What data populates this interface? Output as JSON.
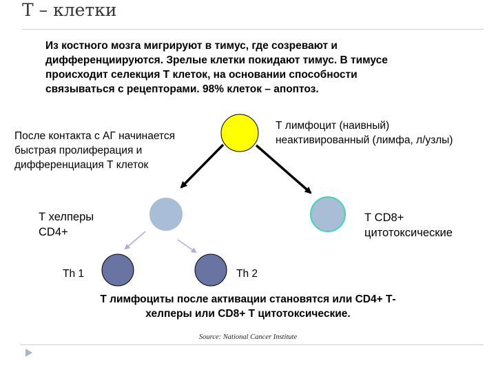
{
  "title": "Т – клетки",
  "intro": "Из костного мозга мигрируют в тимус, где созревают и дифференциируются. Зрелые клетки покидают тимус. В тимусе происходит селекция Т клеток, на основании способности связываться с рецепторами. 98% клеток – апоптоз.",
  "left_note": [
    "После контакта с АГ начинается",
    "быстрая пролиферация и",
    "дифференциация Т клеток"
  ],
  "naive_label": [
    "Т лимфоцит (наивный)",
    "неактивированный (лимфа, л/узлы)"
  ],
  "helper_label": [
    "Т хелперы",
    "CD4+"
  ],
  "cd8_label": [
    "Т CD8+",
    "цитотоксические"
  ],
  "th1_label": "Th 1",
  "th2_label": "Th 2",
  "conclusion": [
    "Т лимфоциты после активации становятся или CD4+  Т-",
    "хелперы или CD8+ Т цитотоксические."
  ],
  "source": "Source: National Cancer Institute",
  "colors": {
    "naive_cell": "#ffff00",
    "helper_cell": "#a9bdd6",
    "cd8_cell": "#a9bdd6",
    "cd8_outline": "#3fd6b4",
    "th_cells": "#6a74a3",
    "thin_arrows": "#b8a6de"
  }
}
